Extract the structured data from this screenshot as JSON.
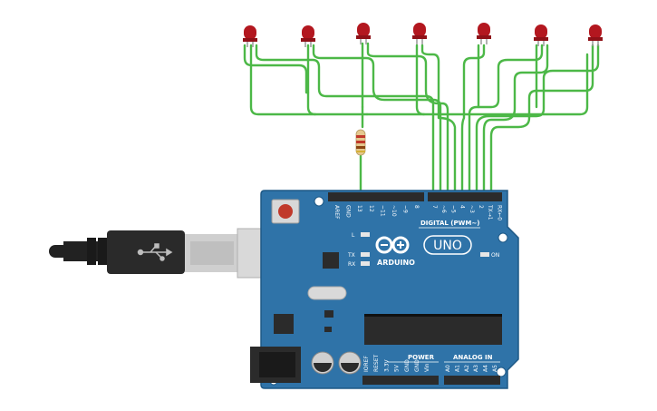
{
  "board": {
    "brand": "ARDUINO",
    "model": "UNO",
    "digital_label": "DIGITAL (PWM~)",
    "power_label": "POWER",
    "analog_label": "ANALOG IN",
    "on_label": "ON",
    "led_l_label": "L",
    "tx_label": "TX",
    "rx_label": "RX",
    "top_pins": [
      "AREF",
      "GND",
      "13",
      "12",
      "~11",
      "~10",
      "~9",
      "8",
      "7",
      "~6",
      "~5",
      "4",
      "~3",
      "2",
      "TX→1",
      "RX←0"
    ],
    "power_pins": [
      "IOREF",
      "RESET",
      "3.3V",
      "5V",
      "GND",
      "GND",
      "Vin"
    ],
    "analog_pins": [
      "A0",
      "A1",
      "A2",
      "A3",
      "A4",
      "A5"
    ]
  },
  "colors": {
    "board": "#2f73a8",
    "board_edge": "#1f5986",
    "wire": "#4cb847",
    "led": "#b3171f",
    "header": "#2b2b2b",
    "cable": "#222222",
    "usb_metal": "#d9d9d9"
  },
  "icons": {
    "usb": "usb-symbol-icon",
    "logo": "arduino-infinity-logo-icon"
  }
}
